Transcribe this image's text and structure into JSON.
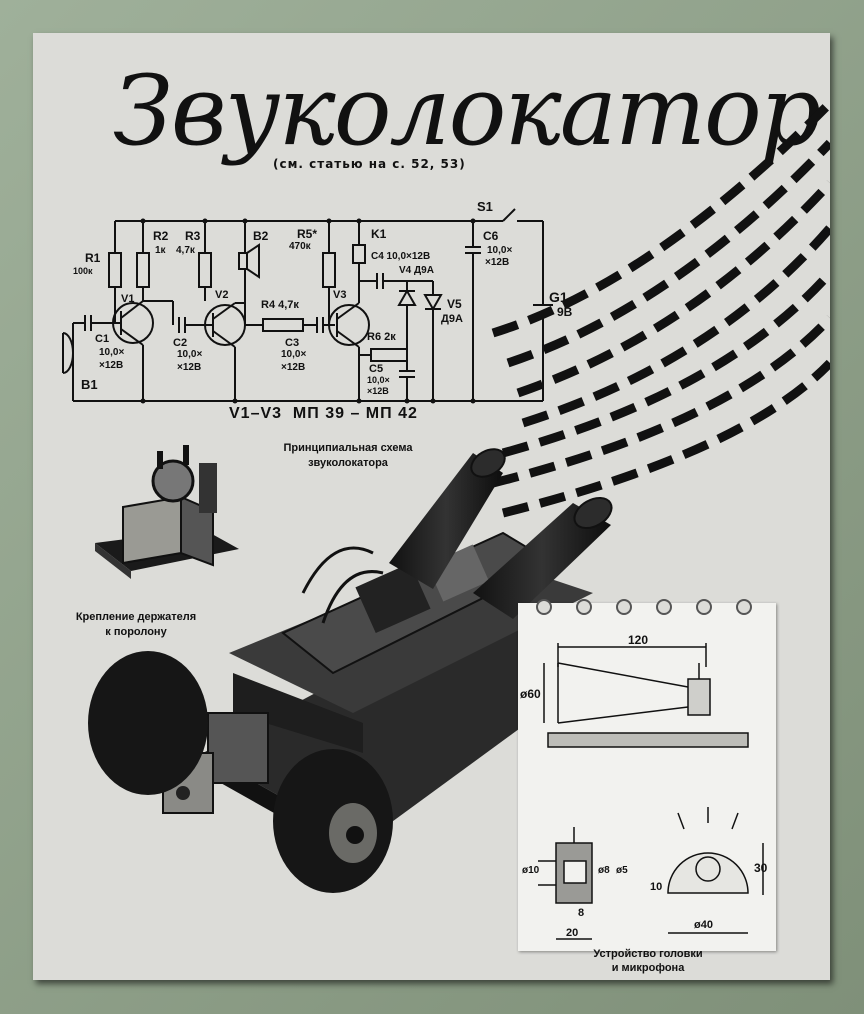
{
  "header": {
    "title": "Звуколокатор",
    "subtitle": "(см. статью на с. 52, 53)"
  },
  "schematic": {
    "labels": {
      "r1": "R1",
      "r1v": "100к",
      "r2": "R2",
      "r2v": "1к",
      "r3": "R3",
      "r3v": "4,7к",
      "b2": "B2",
      "r5": "R5*",
      "r5v": "470к",
      "k1": "K1",
      "s1": "S1",
      "c4": "C4 10,0×12В",
      "c6": "C6",
      "c6v1": "10,0×",
      "c6v2": "×12В",
      "v4": "V4 Д9А",
      "v5": "V5",
      "v5v": "Д9А",
      "g1": "G1",
      "g1v": "9В",
      "v1": "V1",
      "v2": "V2",
      "v3": "V3",
      "r4": "R4 4,7к",
      "r6": "R6 2к",
      "c1": "C1",
      "c1v1": "10,0×",
      "c1v2": "×12В",
      "c2": "C2",
      "c2v1": "10,0×",
      "c2v2": "×12В",
      "c3": "C3",
      "c3v1": "10,0×",
      "c3v2": "×12В",
      "c5": "C5",
      "c5v1": "10,0×",
      "c5v2": "×12В",
      "b1": "B1",
      "transistors": "V1–V3  МП 39 – МП 42"
    },
    "caption_line1": "Принципиальная схема",
    "caption_line2": "звуколокатора"
  },
  "holder": {
    "caption_line1": "Крепление держателя",
    "caption_line2": "к поролону"
  },
  "drawing": {
    "dim_120": "120",
    "dim_60": "ø60",
    "dim_10": "ø10",
    "dim_8a": "ø8",
    "dim_5": "ø5",
    "dim_8b": "8",
    "dim_20": "20",
    "dim_10b": "10",
    "dim_30": "30",
    "dim_40": "ø40",
    "caption_line1": "Устройство головки",
    "caption_line2": "и микрофона"
  }
}
